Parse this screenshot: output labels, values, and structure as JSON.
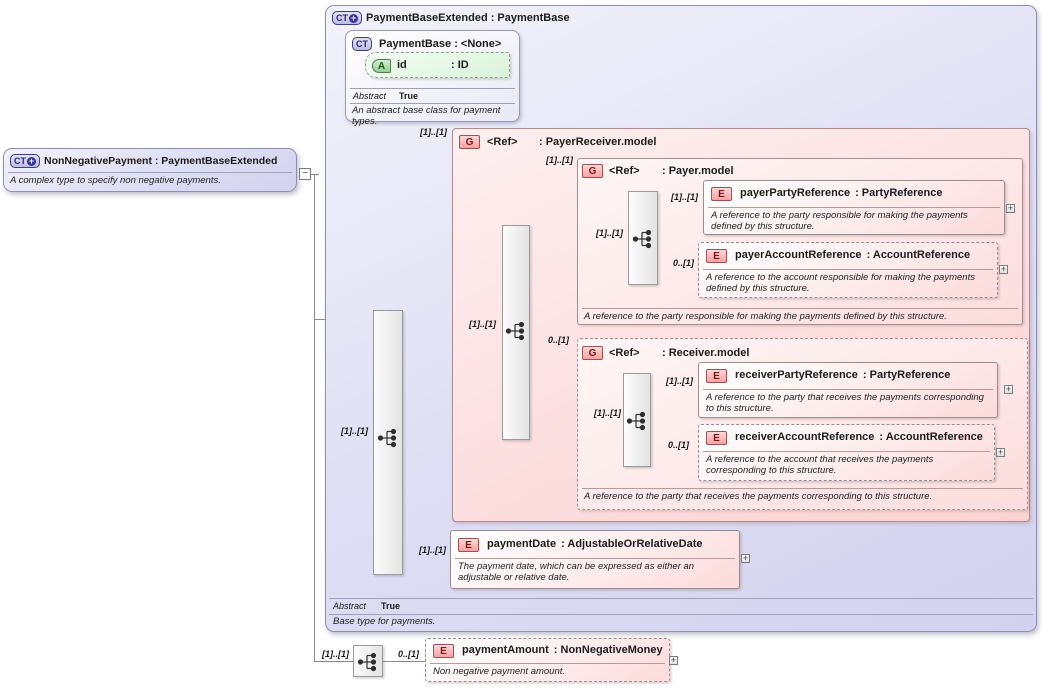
{
  "badges": {
    "complex_type": "CT",
    "element": "E",
    "group": "G",
    "attribute": "A",
    "extension_plus": "+",
    "expand_plus": "+",
    "collapse_minus": "−"
  },
  "root_box": {
    "title": "NonNegativePayment : PaymentBaseExtended",
    "description": "A complex type to specify non negative payments."
  },
  "main_box": {
    "title": "PaymentBaseExtended : PaymentBase",
    "abstract_label": "Abstract",
    "abstract_value": "True",
    "footer": "Base type for payments."
  },
  "payment_base_box": {
    "title": "PaymentBase : <None>",
    "attribute": {
      "name": "id",
      "type": ": ID"
    },
    "abstract_label": "Abstract",
    "abstract_value": "True",
    "footer": "An abstract base class for payment types."
  },
  "groups": {
    "payer_receiver": {
      "ref": "<Ref>",
      "type": ": PayerReceiver.model"
    },
    "payer": {
      "ref": "<Ref>",
      "type": ": Payer.model",
      "footer": "A reference to the party responsible for making the payments defined by this structure."
    },
    "receiver": {
      "ref": "<Ref>",
      "type": ": Receiver.model",
      "footer": "A reference to the party that receives the payments corresponding to this structure."
    }
  },
  "elements": {
    "payer_party": {
      "name": "payerPartyReference",
      "type": ": PartyReference",
      "desc": "A reference to the party responsible for making the payments defined by this structure."
    },
    "payer_account": {
      "name": "payerAccountReference",
      "type": ": AccountReference",
      "desc": "A reference to the account responsible for making the payments defined by this structure."
    },
    "receiver_party": {
      "name": "receiverPartyReference",
      "type": ": PartyReference",
      "desc": "A reference to the party that receives the payments corresponding to this structure."
    },
    "receiver_account": {
      "name": "receiverAccountReference",
      "type": ": AccountReference",
      "desc": "A reference to the account that receives the payments corresponding to this structure."
    },
    "payment_date": {
      "name": "paymentDate",
      "type": ": AdjustableOrRelativeDate",
      "desc": "The payment date, which can be expressed as either an adjustable or relative date."
    },
    "payment_amount": {
      "name": "paymentAmount",
      "type": ": NonNegativeMoney",
      "desc": "Non negative payment amount."
    }
  },
  "cardinalities": {
    "root_seq": "[1]..[1]",
    "payer_receiver_group": "[1]..[1]",
    "payer_receiver_seq": "[1]..[1]",
    "payer_group": "[1]..[1]",
    "payer_seq": "[1]..[1]",
    "payer_party": "[1]..[1]",
    "payer_account": "0..[1]",
    "receiver_group": "0..[1]",
    "receiver_seq": "[1]..[1]",
    "receiver_party": "[1]..[1]",
    "receiver_account": "0..[1]",
    "payment_date": "[1]..[1]",
    "payment_amount_seq": "[1]..[1]",
    "payment_amount": "0..[1]"
  }
}
